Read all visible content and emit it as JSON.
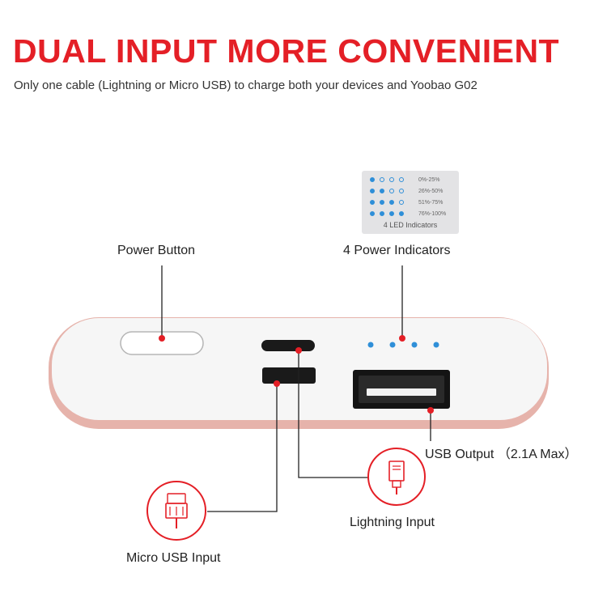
{
  "heading": {
    "title": "DUAL INPUT MORE CONVENIENT",
    "subtitle": "Only one cable (Lightning or Micro USB) to charge both your devices and Yoobao G02"
  },
  "labels": {
    "power_button": "Power Button",
    "power_indicators": "4 Power Indicators",
    "usb_output": "USB Output （2.1A Max）",
    "lightning_input": "Lightning Input",
    "micro_usb_input": "Micro USB Input"
  },
  "led_legend": {
    "caption": "4 LED Indicators",
    "rows": [
      {
        "range": "0%-25%",
        "lit": 1
      },
      {
        "range": "26%-50%",
        "lit": 2
      },
      {
        "range": "51%-75%",
        "lit": 3
      },
      {
        "range": "76%-100%",
        "lit": 4
      }
    ]
  },
  "colors": {
    "brand_red": "#e41f26",
    "led_blue": "#2f8fd8",
    "case_rose": "#e6b3ab",
    "case_face": "#f6f6f6"
  }
}
